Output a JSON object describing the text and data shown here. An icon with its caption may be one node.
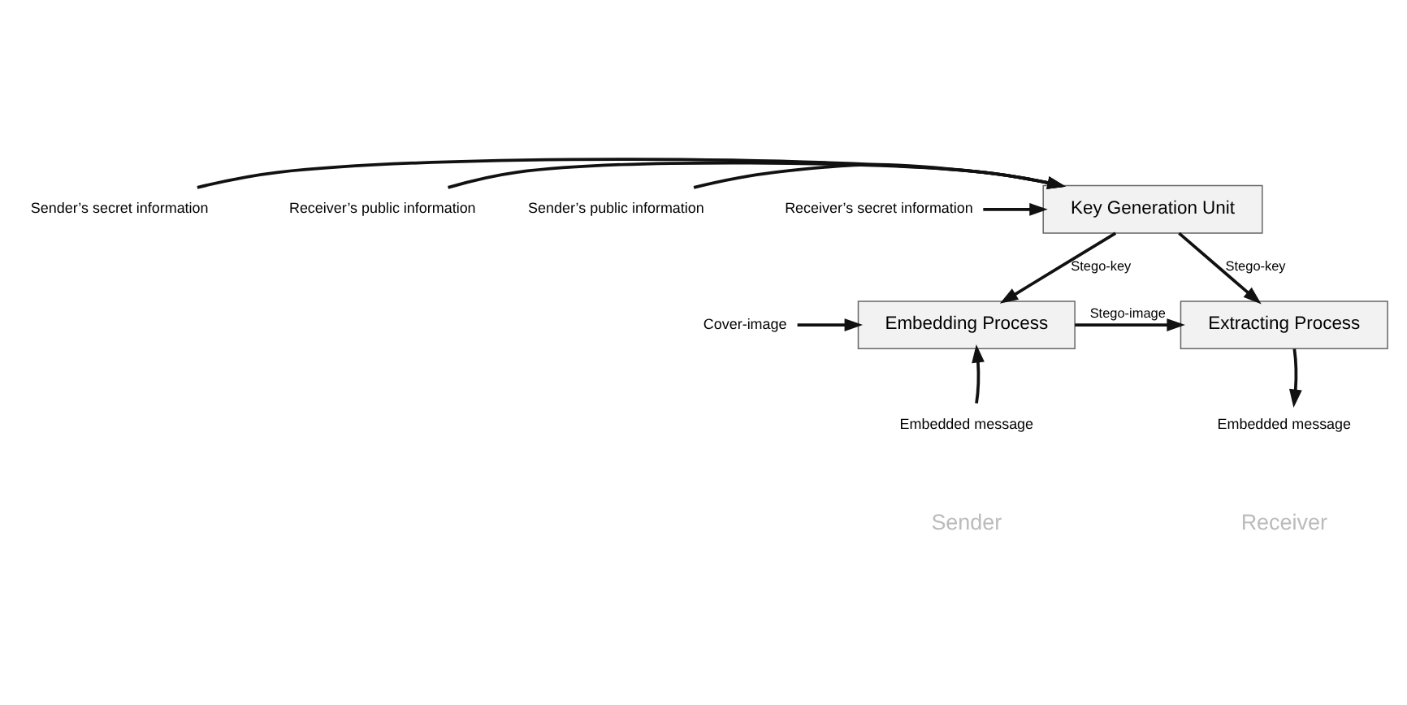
{
  "diagram": {
    "nodes": [
      {
        "text": [
          "Key Generation Unit"
        ]
      },
      {
        "text": [
          "Sender’s secret information"
        ]
      },
      {
        "text": [
          "Receiver’s public information"
        ]
      },
      {
        "text": [
          "Sender’s public information"
        ]
      },
      {
        "text": [
          "Receiver’s secret information"
        ]
      },
      {
        "text": [
          "Embedding Process"
        ]
      },
      {
        "text": [
          "Extracting Process"
        ]
      },
      {
        "text": [
          "Cover-image"
        ]
      },
      {
        "text": [
          "Embedded message"
        ]
      },
      {
        "text": [
          "Embedded message"
        ]
      }
    ],
    "edges": [
      {
        "from": 1,
        "to": 0,
        "arrow": "to"
      },
      {
        "from": 2,
        "to": 0,
        "arrow": "to"
      },
      {
        "from": 3,
        "to": 0,
        "arrow": "to"
      },
      {
        "from": 4,
        "to": 0,
        "arrow": "to"
      },
      {
        "from": 0,
        "to": 5,
        "arrow": "to",
        "label": "Stego-key"
      },
      {
        "from": 0,
        "to": 6,
        "arrow": "to",
        "label": "Stego-key"
      },
      {
        "from": 7,
        "to": 5,
        "arrow": "to"
      },
      {
        "from": 8,
        "to": 5,
        "arrow": "to"
      },
      {
        "from": 5,
        "to": 6,
        "arrow": "to",
        "label": "Stego-image"
      },
      {
        "from": 6,
        "to": 9,
        "arrow": "to"
      }
    ],
    "labels": [
      "Sender",
      "Receiver"
    ]
  }
}
